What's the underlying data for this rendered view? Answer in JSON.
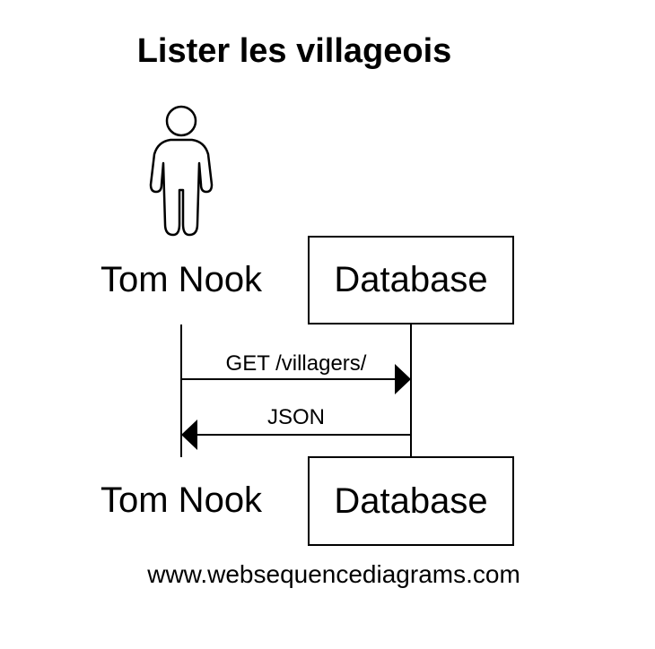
{
  "diagram": {
    "title": "Lister les villageois",
    "participants": [
      {
        "name": "Tom Nook",
        "kind": "actor",
        "icon": "person-icon"
      },
      {
        "name": "Database",
        "kind": "box"
      }
    ],
    "messages": [
      {
        "from": "Tom Nook",
        "to": "Database",
        "label": "GET /villagers/"
      },
      {
        "from": "Database",
        "to": "Tom Nook",
        "label": "JSON"
      }
    ],
    "watermark": "www.websequencediagrams.com"
  }
}
